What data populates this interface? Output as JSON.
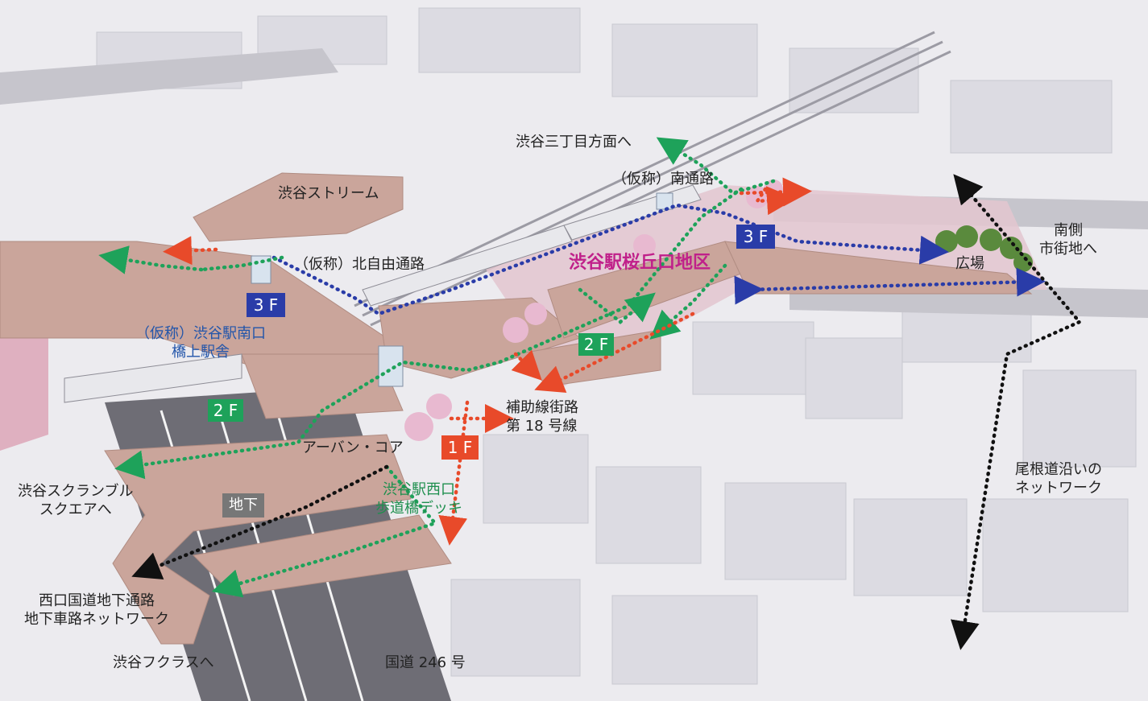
{
  "labels": {
    "stream": "渋谷ストリーム",
    "sanchome": "渋谷三丁目方面へ",
    "south_passage": "（仮称）南通路",
    "north_passage": "（仮称）北自由通路",
    "south_exit_1": "（仮称）渋谷駅南口",
    "south_exit_2": "橋上駅舎",
    "district": "渋谷駅桜丘口地区",
    "plaza": "広場",
    "south_town_1": "南側",
    "south_town_2": "市街地へ",
    "aux_road_1": "補助線街路",
    "aux_road_2": "第 18 号線",
    "urban_core": "アーバン・コア",
    "west_deck_1": "渋谷駅西口",
    "west_deck_2": "歩道橋デッキ",
    "scramble_1": "渋谷スクランブル",
    "scramble_2": "スクエアへ",
    "underground": "地下",
    "west_ug_1": "西口国道地下通路",
    "west_ug_2": "地下車路ネットワーク",
    "fukuras": "渋谷フクラスへ",
    "route246": "国道 246 号",
    "ridge_1": "尾根道沿いの",
    "ridge_2": "ネットワーク"
  },
  "badges": {
    "floor3_left": "3 F",
    "floor3_right": "3 F",
    "floor2_right": "2 F",
    "floor2_left": "2 F",
    "floor1": "1 F"
  },
  "colors": {
    "floor3_route": "#2a3ca8",
    "floor2_route": "#1ea25a",
    "floor1_route": "#e84a2a",
    "underground_route": "#111111",
    "deck": "#c8a89f",
    "district": "#c0208a"
  }
}
